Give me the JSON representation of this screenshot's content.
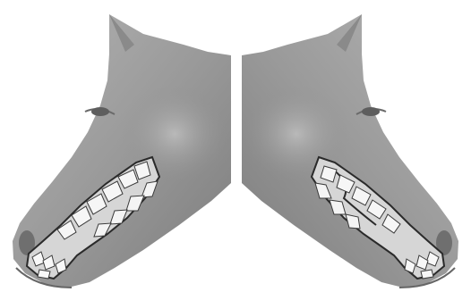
{
  "figure": {
    "panels": [
      {
        "side": "left",
        "icon": "horse-head-left"
      },
      {
        "side": "right",
        "icon": "horse-head-right"
      }
    ]
  },
  "colors": {
    "background": "#ffffff",
    "head_light": "#a9a9a9",
    "head_mid": "#8e8e8e",
    "head_dark": "#6f6f6f",
    "outline": "#2a2a2a",
    "teeth": "#f6f6f6",
    "divider": "#ffffff"
  }
}
